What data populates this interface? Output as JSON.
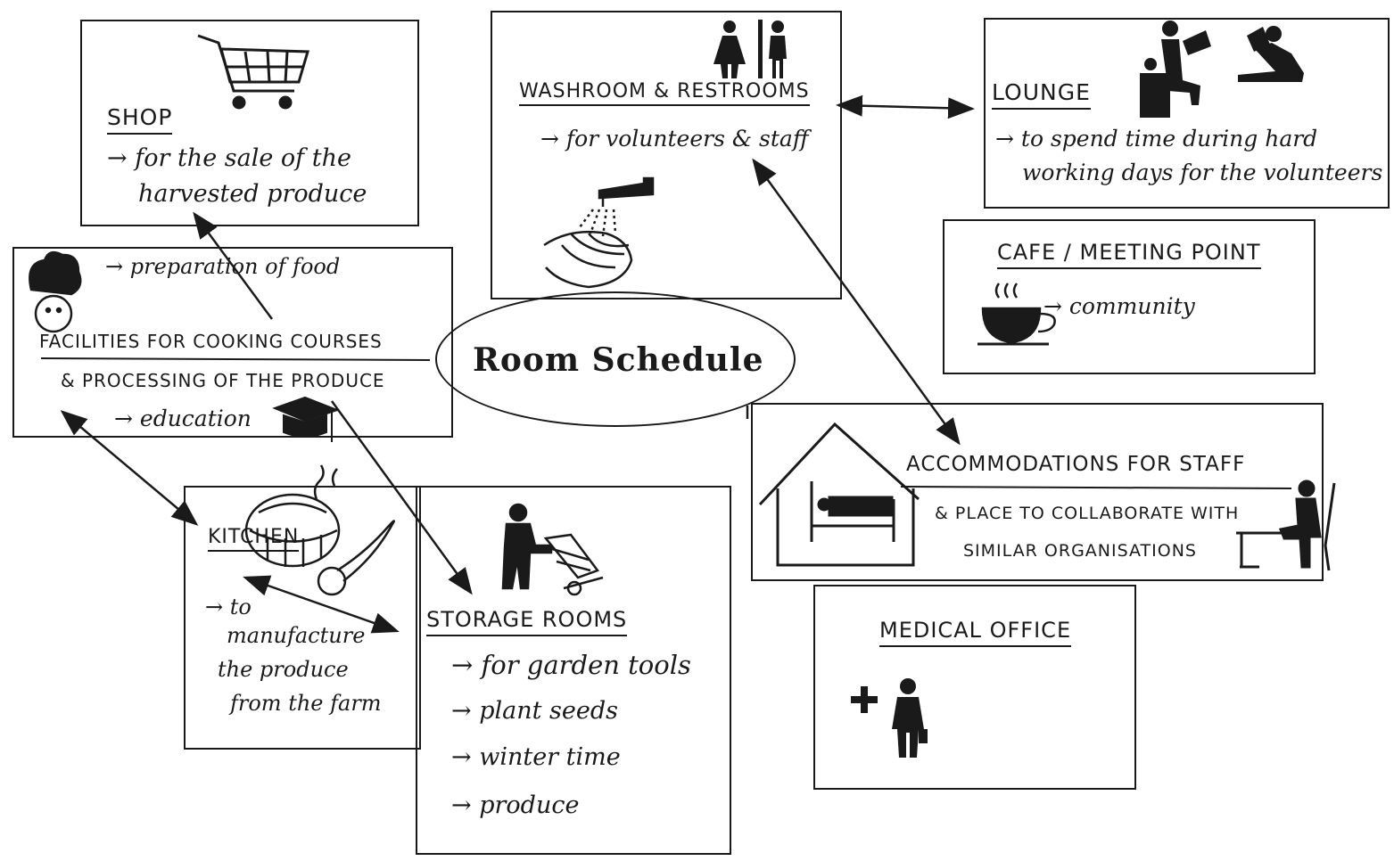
{
  "center": {
    "label": "Room Schedule"
  },
  "shop": {
    "title": "Shop",
    "lines": [
      "for the sale of the",
      "harvested produce"
    ]
  },
  "cooking": {
    "intro": "preparation of food",
    "title_line1": "Facilities for cooking courses",
    "title_line2": "& processing of the produce",
    "note": "education"
  },
  "kitchen": {
    "title": "Kitchen",
    "lines": [
      "to",
      "manufacture",
      "the produce",
      "from the farm"
    ]
  },
  "storage": {
    "title": "Storage Rooms",
    "lines": [
      "for garden tools",
      "plant seeds",
      "winter time",
      "produce"
    ]
  },
  "washroom": {
    "title": "Washroom & Restrooms",
    "line": "for volunteers & staff"
  },
  "lounge": {
    "title": "Lounge",
    "lines": [
      "to spend time during hard",
      "working days for the volunteers"
    ]
  },
  "cafe": {
    "title": "Cafe / Meeting Point",
    "line": "community"
  },
  "accommodations": {
    "title": "Accommodations for staff",
    "line1": "& place to collaborate with",
    "line2": "similar organisations"
  },
  "medical": {
    "title": "Medical Office"
  },
  "icons": {
    "shop": "shopping-cart-icon",
    "cooking": "chef-hat-icon",
    "education": "graduation-cap-icon",
    "kitchen": "cooking-pot-icon",
    "storage": "hand-truck-worker-icon",
    "washroom_people": "restroom-people-icon",
    "washroom_hands": "hand-washing-icon",
    "lounge": "reading-people-icon",
    "cafe": "coffee-cup-icon",
    "accommodation_house": "house-with-bed-icon",
    "accommodation_desk": "person-at-desk-icon",
    "medical": "medical-cross-doctor-icon"
  }
}
